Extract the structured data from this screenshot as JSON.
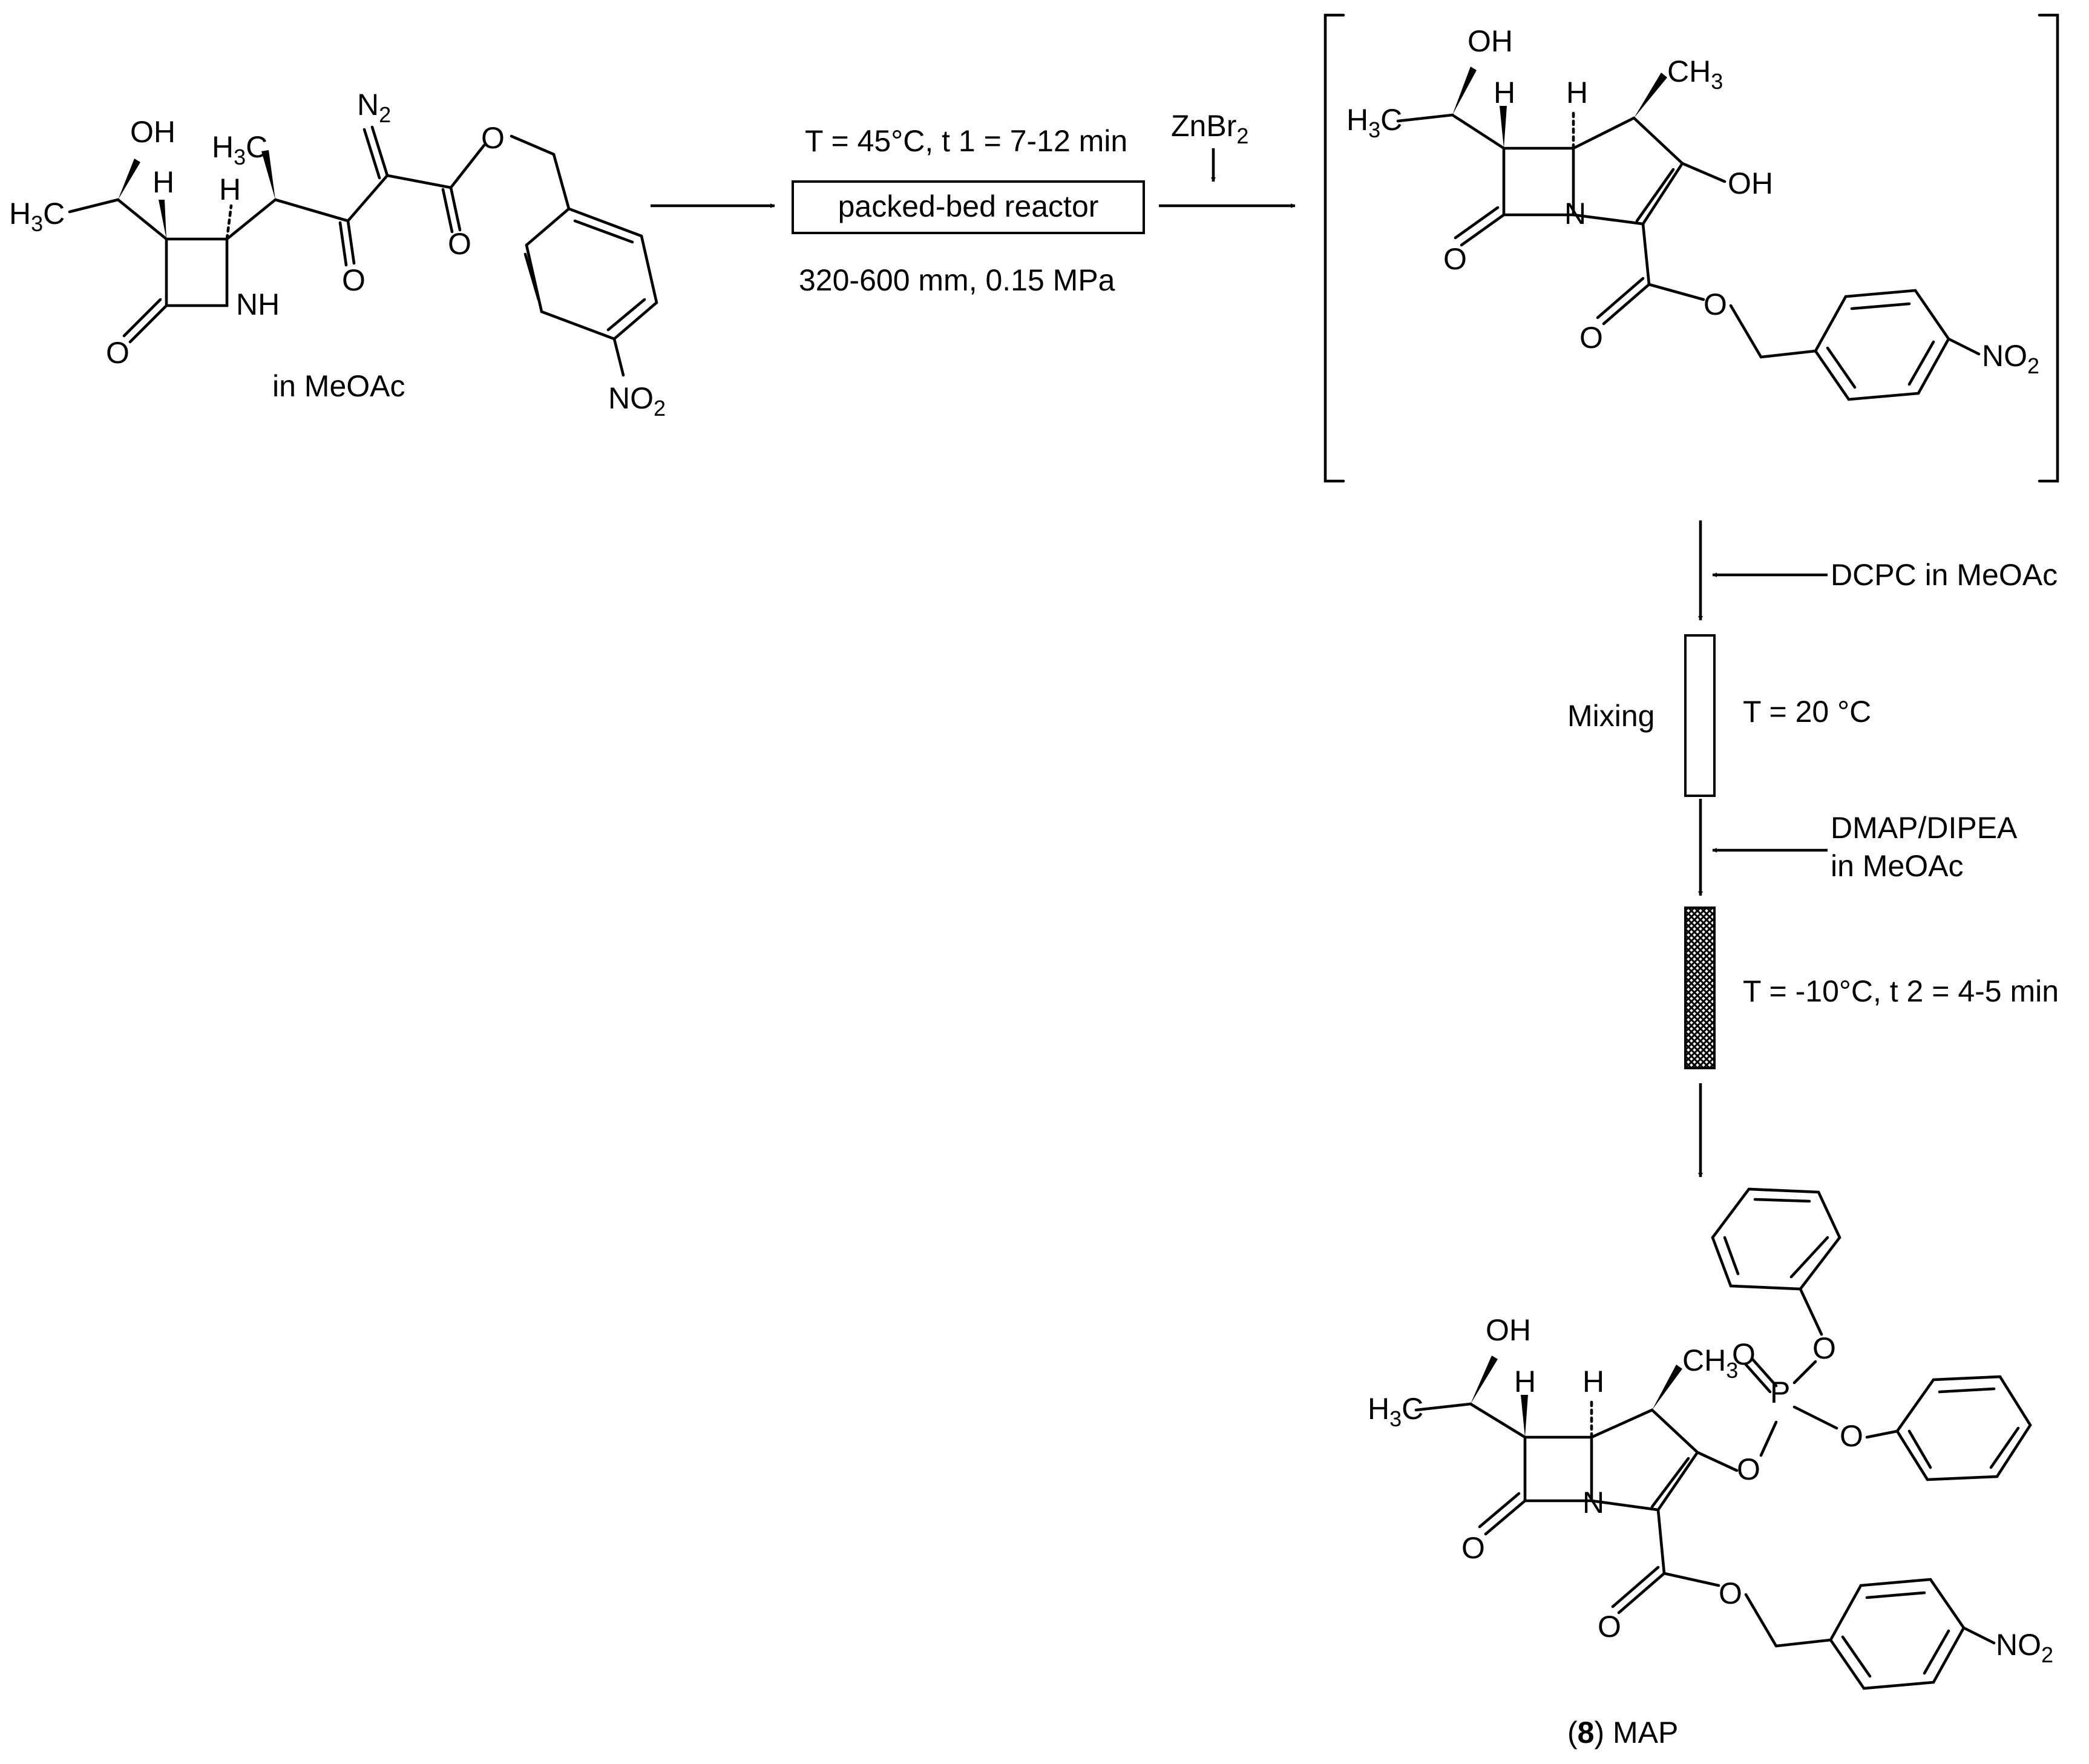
{
  "conditions": {
    "step1_top": "T = 45°C, t 1 = 7-12 min",
    "reactor_label": "packed-bed reactor",
    "step1_bottom": "320-600 mm, 0.15 MPa",
    "zinc_reagent": "ZnBr2",
    "solvent_note": "in MeOAc",
    "reagent_dcpc": "DCPC in MeOAc",
    "mixing_label": "Mixing",
    "mixing_temp": "T = 20 °C",
    "base_line1": "DMAP/DIPEA",
    "base_line2": "in MeOAc",
    "step3_conditions": "T = -10°C, t 2 = 4-5 min"
  },
  "product": {
    "number": "8",
    "name": "MAP"
  },
  "atom_labels": {
    "OH": "OH",
    "H": "H",
    "N": "N",
    "NH": "NH",
    "O": "O",
    "P": "P",
    "N2": "N2",
    "H3C": "H3C",
    "CH3": "CH3",
    "NO2": "NO2"
  }
}
